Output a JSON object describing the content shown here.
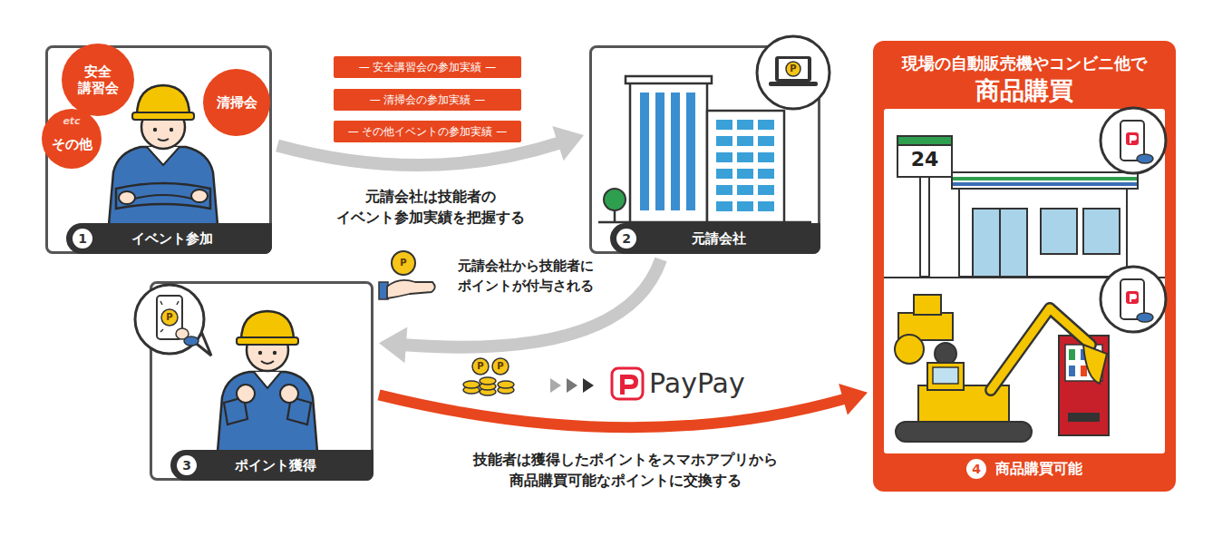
{
  "diagram": {
    "nodes": [
      {
        "text": [
          "1",
          "イベント参加"
        ]
      },
      {
        "text": [
          "安全 講習会"
        ],
        "in": 0
      },
      {
        "text": [
          "清掃会"
        ],
        "in": 0
      },
      {
        "text": [
          "その他"
        ],
        "in": 0
      },
      {
        "text": [
          "— 安全講習会の参加実績 —"
        ]
      },
      {
        "text": [
          "— 清掃会の参加実績 —"
        ]
      },
      {
        "text": [
          "— その他イベントの参加実績 —"
        ]
      },
      {
        "text": [
          "2",
          "元請会社"
        ]
      },
      {
        "text": [
          "3",
          "ポイント獲得"
        ]
      },
      {
        "text": [
          "現場の自動販売機やコンビニ他で",
          "商品購買",
          "4",
          "商品購買可能"
        ]
      }
    ],
    "edges": [
      {
        "from": 0,
        "to": 7,
        "arrow": "to",
        "label": "元請会社は技能者の イベント参加実績を把握する"
      },
      {
        "from": 7,
        "to": 8,
        "arrow": "to",
        "label": "元請会社から技能者に ポイントが付与される"
      },
      {
        "from": 8,
        "to": 9,
        "arrow": "to",
        "label": "技能者は獲得したポイントをスマホアプリから 商品購買可能なポイントに交換する"
      }
    ],
    "labels": [
      "etc",
      "P",
      "P",
      "P",
      "P",
      "P",
      "PayPay",
      "24"
    ]
  }
}
